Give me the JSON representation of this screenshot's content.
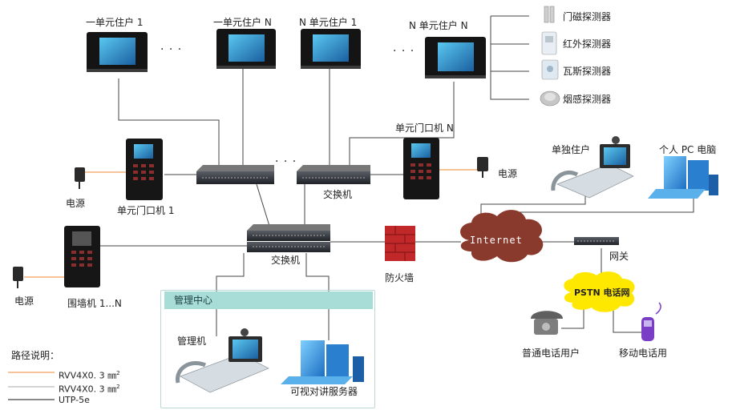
{
  "units": {
    "unit1_resident1": "一单元住户 1",
    "unit1_residentN": "一单元住户 N",
    "unitN_resident1": "N 单元住户 1",
    "unitN_residentN": "N 单元住户 N"
  },
  "detectors": {
    "door": "门磁探测器",
    "infrared": "红外探测器",
    "gas": "瓦斯探测器",
    "smoke": "烟感探测器"
  },
  "devices": {
    "unit_door_N": "单元门口机 N",
    "unit_door_1": "单元门口机 1",
    "power_left": "电源",
    "power_right": "电源",
    "power_lower": "电源",
    "switch_upper": "交换机",
    "switch_main": "交换机",
    "wall_unit": "围墙机 1...N",
    "firewall": "防火墙",
    "internet": "Internet",
    "gateway": "网关",
    "standalone_resident": "单独住户",
    "personal_pc": "个人 PC 电脑",
    "pstn": "PSTN 电话网",
    "regular_phone_user": "普通电话用户",
    "mobile_phone_user": "移动电话用",
    "management_center": "管理中心",
    "management_unit": "管理机",
    "intercom_server": "可视对讲服务器"
  },
  "legend": {
    "title": "路径说明：",
    "items": [
      {
        "label": "RVV4X0. 3 ㎜",
        "sup": "2",
        "color": "#f0a15a"
      },
      {
        "label": "RVV4X0. 3 ㎜",
        "sup": "2",
        "color": "#bbbbbb"
      },
      {
        "label": "UTP-5e",
        "sup": "",
        "color": "#444444"
      }
    ]
  },
  "colors": {
    "wire": "#444444",
    "power_wire": "#f0a15a",
    "cloud": "#8a3a2c",
    "pstn_cloud": "#ffe800",
    "panel_header": "#a8dcd6"
  },
  "ellipsis": "· · ·"
}
